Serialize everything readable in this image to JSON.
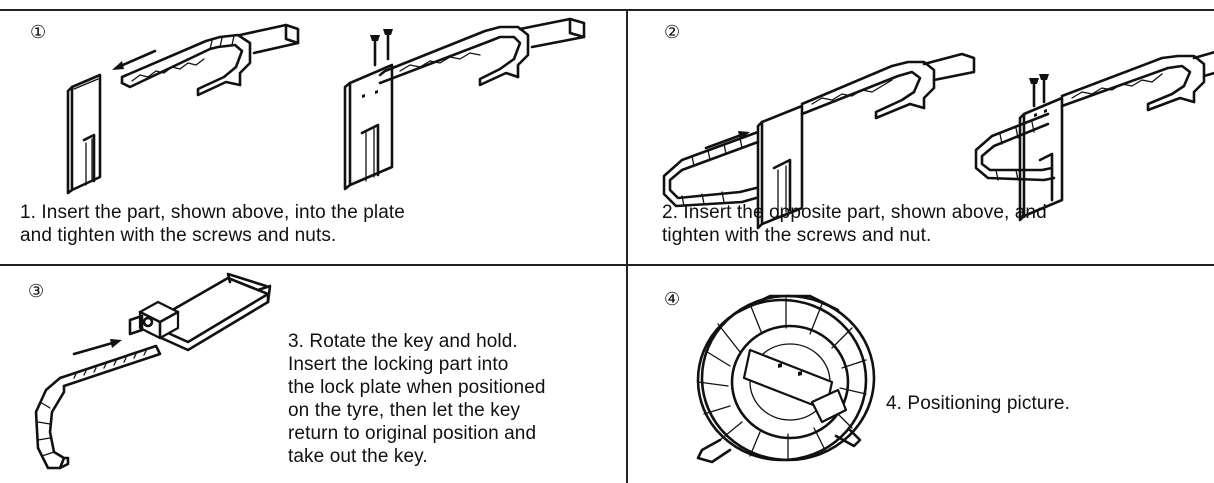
{
  "steps": [
    {
      "marker": "①",
      "caption": "1. Insert the part, shown above, into the plate\n   and tighten with the screws and nuts."
    },
    {
      "marker": "②",
      "caption": "2. Insert the opposite part, shown above, and\n   tighten with the screws and nut."
    },
    {
      "marker": "③",
      "caption": "3. Rotate the key and hold.\nInsert the locking part into\nthe lock plate when positioned\non the tyre, then let the key\nreturn to original position and\ntake out the key."
    },
    {
      "marker": "④",
      "caption": "4. Positioning picture."
    }
  ]
}
